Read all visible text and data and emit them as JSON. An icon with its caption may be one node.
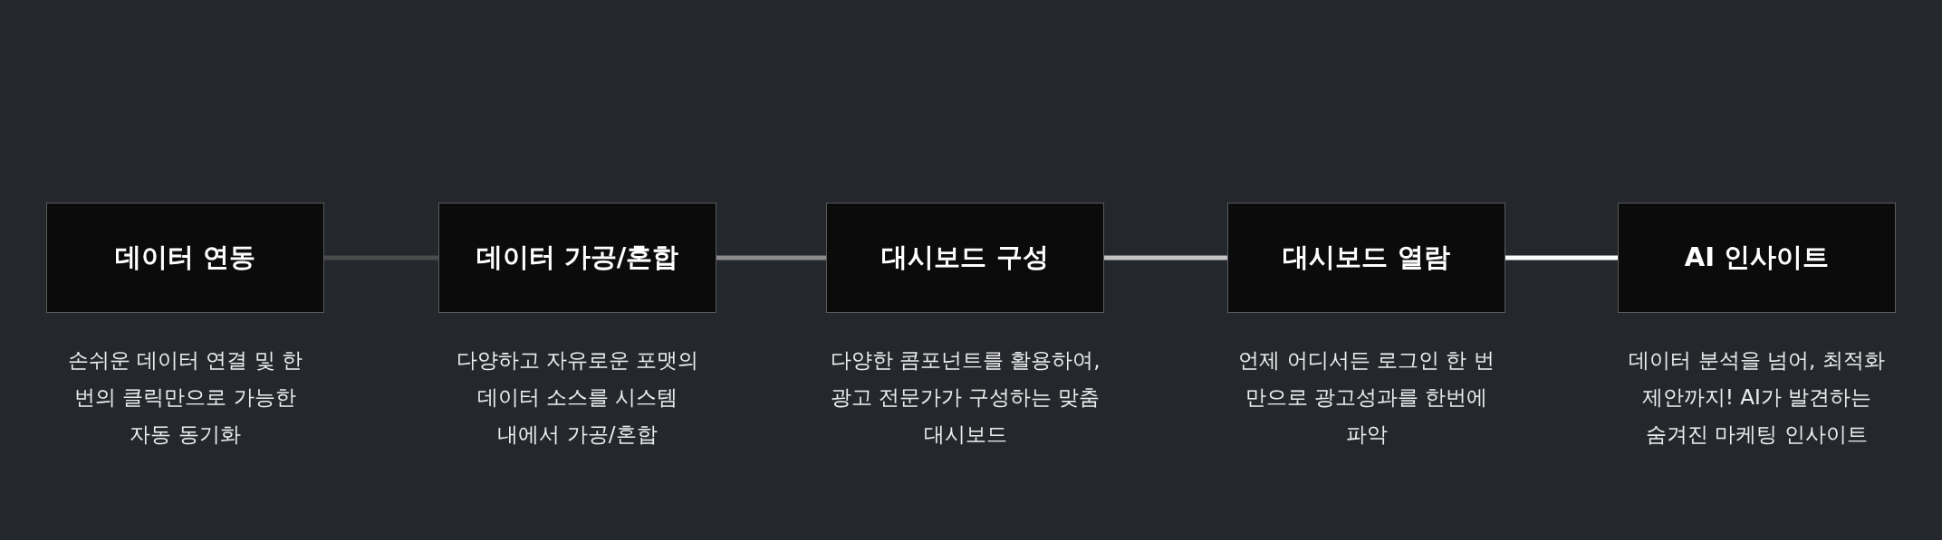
{
  "diagram": {
    "nodes": [
      {
        "text": [
          "데이터 연동"
        ],
        "beside": [
          "손쉬운 데이터 연결 및 한 번의 클릭만으로 가능한 자동 동기화"
        ]
      },
      {
        "text": [
          "데이터 가공/혼합"
        ],
        "beside": [
          "다양하고 자유로운 포맷의 데이터 소스를 시스템 내에서 가공/혼합"
        ]
      },
      {
        "text": [
          "대시보드 구성"
        ],
        "beside": [
          "다양한 콤포넌트를 활용하여, 광고 전문가가 구성하는 맞춤 대시보드"
        ]
      },
      {
        "text": [
          "대시보드 열람"
        ],
        "beside": [
          "언제 어디서든 로그인 한 번 만으로 광고성과를 한번에 파악"
        ]
      },
      {
        "text": [
          "AI 인사이트"
        ],
        "beside": [
          "데이터 분석을 넘어, 최적화 제안까지! AI가 발견하는 숨겨진 마케팅 인사이트"
        ]
      }
    ],
    "edges": [
      {
        "from": 0,
        "to": 1,
        "arrow": "none",
        "color": "#4b4b4e"
      },
      {
        "from": 1,
        "to": 2,
        "arrow": "none",
        "color": "#8c8c8f"
      },
      {
        "from": 2,
        "to": 3,
        "arrow": "none",
        "color": "#c4c4c6"
      },
      {
        "from": 3,
        "to": 4,
        "arrow": "none",
        "color": "#ffffff"
      }
    ]
  }
}
